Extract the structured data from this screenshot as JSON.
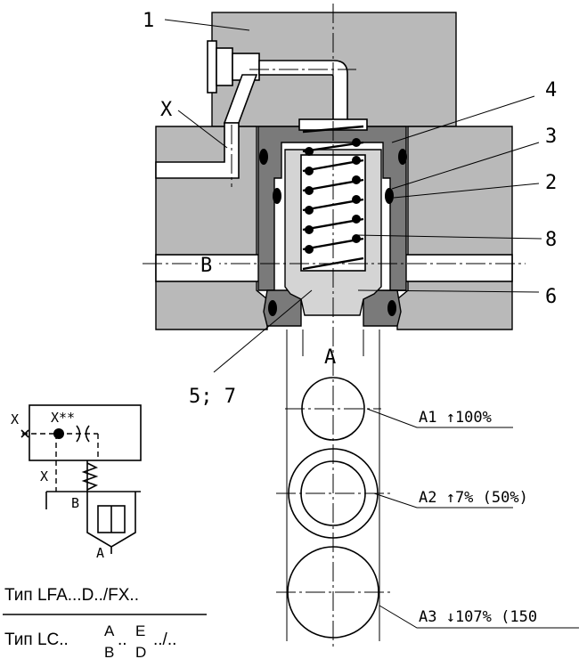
{
  "callouts": {
    "c1": "1",
    "c2": "2",
    "c3": "3",
    "c4": "4",
    "c6": "6",
    "c8": "8",
    "c57": "5; 7",
    "x": "X",
    "b": "B",
    "a": "A"
  },
  "areas": {
    "a1": "A1 ↑100%",
    "a2": "A2 ↑7% (50%)",
    "a3": "A3 ↓107% (150"
  },
  "symbol": {
    "x_outer": "X",
    "x_port": "X**",
    "x_inner": "X",
    "b": "B",
    "a": "A"
  },
  "type_codes": {
    "line1": "Тип LFA...D../FX..",
    "line2_prefix": "Тип LC..",
    "frac1_top": "A",
    "frac1_bottom": "B",
    "mid": "..",
    "frac2_top": "E",
    "frac2_bottom": "D",
    "line2_suffix": "../.."
  }
}
